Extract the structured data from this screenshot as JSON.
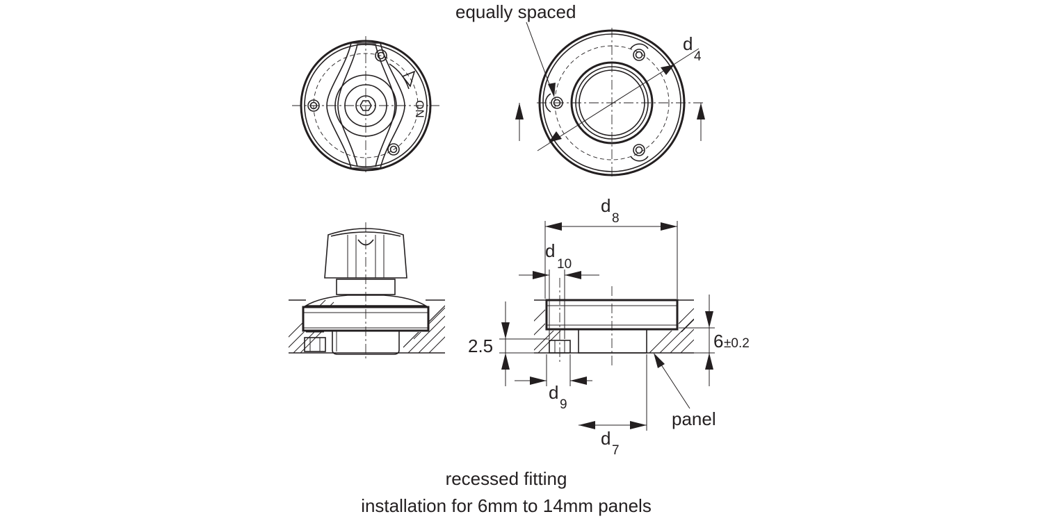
{
  "labels": {
    "equally_spaced": "equally spaced",
    "d4": "d",
    "d4_sub": "4",
    "d8": "d",
    "d8_sub": "8",
    "d10": "d",
    "d10_sub": "10",
    "d9": "d",
    "d9_sub": "9",
    "d7": "d",
    "d7_sub": "7",
    "dim_2_5": "2.5",
    "dim_6": "6",
    "dim_6_tol": "±0.2",
    "panel": "panel",
    "on_mark": "ON"
  },
  "caption": {
    "line1": "recessed fitting",
    "line2": "installation for 6mm to 14mm panels"
  }
}
